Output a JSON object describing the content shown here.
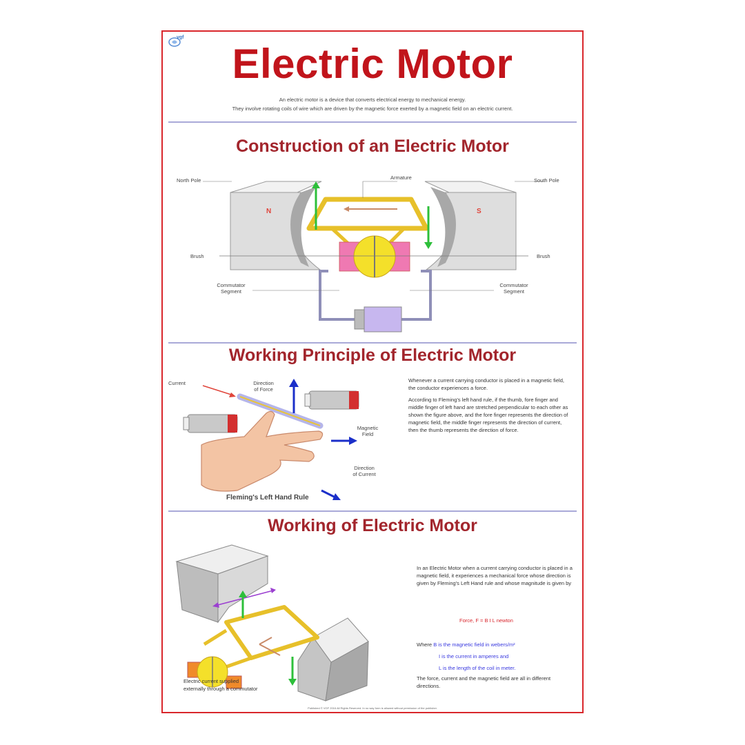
{
  "header": {
    "logo_text": "vgf",
    "title": "Electric Motor",
    "intro_line1": "An electric motor is a device that converts electrical energy to mechanical energy.",
    "intro_line2": "They involve rotating coils of wire which are driven by the magnetic force exerted by a magnetic field on an electric current."
  },
  "construction": {
    "title": "Construction of an Electric Motor",
    "labels": {
      "north_pole": "North Pole",
      "south_pole": "South Pole",
      "armature": "Armature",
      "brush_left": "Brush",
      "brush_right": "Brush",
      "commutator_left_1": "Commutator",
      "commutator_left_2": "Segment",
      "commutator_right_1": "Commutator",
      "commutator_right_2": "Segment",
      "n": "N",
      "s": "S"
    }
  },
  "principle": {
    "title": "Working Principle of Electric Motor",
    "labels": {
      "current": "Current",
      "direction_of_force_1": "Direction",
      "direction_of_force_2": "of Force",
      "magnetic_field_1": "Magnetic",
      "magnetic_field_2": "Field",
      "direction_of_current_1": "Direction",
      "direction_of_current_2": "of Current"
    },
    "caption": "Fleming's Left Hand Rule",
    "para1": "Whenever a current carrying conductor is placed in a magnetic field, the conductor experiences a force.",
    "para2": "According to Fleming's left hand rule, if the thumb, fore finger and middle finger of left hand are stretched perpendicular to each other as shown the figure above, and the fore finger represents the direction of magnetic field, the middle finger represents the direction of current, then the thumb represents the direction of force."
  },
  "working": {
    "title": "Working of Electric Motor",
    "para": "In an Electric Motor when a current carrying conductor is placed in a magnetic field, it experiences a mechanical force whose direction is given by Fleming's Left Hand rule and whose magnitude is given by",
    "formula": "Force, F = B I L newton",
    "where_label": "Where",
    "where_b": "B is the magnetic field in webers/m²",
    "where_i": "I is the current in amperes and",
    "where_l": "L is the length of the coil in meter.",
    "closing": "The force, current and the magnetic field are all in different directions.",
    "supply_line1": "Electric current supplied",
    "supply_line2": "externally through a commutator"
  },
  "footer": {
    "text": "Published © VGF 2016 All Rights Reserved. In no way form is allowed without permission of the publisher."
  },
  "colors": {
    "border": "#d9262b",
    "title": "#c1141b",
    "section_title": "#a2252c",
    "divider": "#a9a9d8",
    "coil": "#f2cc2e",
    "commutator": "#f4e02a",
    "brush": "#ef79b2",
    "arrow_force": "#2dbf3a",
    "arrow_field": "#1b2fc9",
    "where_text": "#3a3adf"
  }
}
